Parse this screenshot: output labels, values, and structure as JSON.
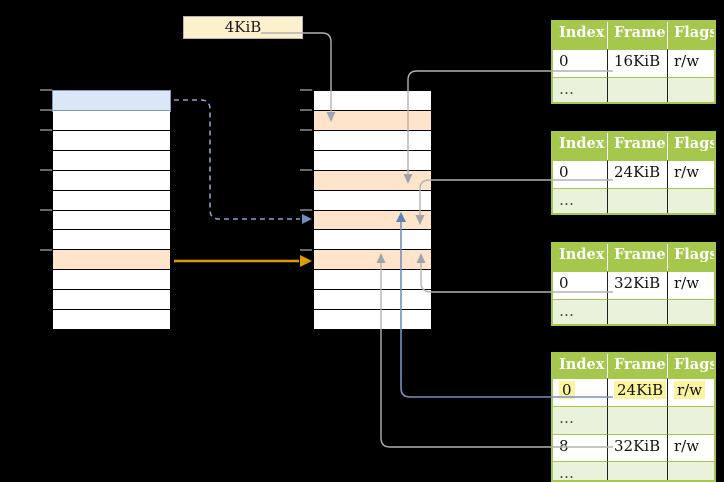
{
  "page_size_label": "4KiB",
  "colors": {
    "background": "#000000",
    "table_green": "#a5c74b",
    "table_green_light": "#eaf2dc",
    "row_orange": "#fde4cb",
    "row_blue": "#dbe7f6",
    "row_blue_border": "#7e99bd",
    "label_cream": "#fdf0cd",
    "highlight_yellow": "#fbf49c",
    "line_grey": "#b2b2b2",
    "arrow_grey": "#a0a5ad",
    "line_blue": "#7193c2",
    "arrow_blue": "#5e82b4",
    "line_dashed_blue": "#82a5d4",
    "line_orange": "#e09b00",
    "tick_grey": "#8a8a8a"
  },
  "page_tables": [
    {
      "headers": [
        "Index",
        "Frame",
        "Flags"
      ],
      "rows": [
        [
          "0",
          "16KiB",
          "r/w"
        ],
        [
          "…",
          "",
          ""
        ]
      ]
    },
    {
      "headers": [
        "Index",
        "Frame",
        "Flags"
      ],
      "rows": [
        [
          "0",
          "24KiB",
          "r/w"
        ],
        [
          "…",
          "",
          ""
        ]
      ]
    },
    {
      "headers": [
        "Index",
        "Frame",
        "Flags"
      ],
      "rows": [
        [
          "0",
          "32KiB",
          "r/w"
        ],
        [
          "…",
          "",
          ""
        ]
      ]
    },
    {
      "headers": [
        "Index",
        "Frame",
        "Flags"
      ],
      "rows": [
        [
          "0",
          "24KiB",
          "r/w"
        ],
        [
          "…",
          "",
          ""
        ],
        [
          "8",
          "32KiB",
          "r/w"
        ],
        [
          "…",
          "",
          ""
        ]
      ],
      "highlighted_row_index": 0
    }
  ]
}
